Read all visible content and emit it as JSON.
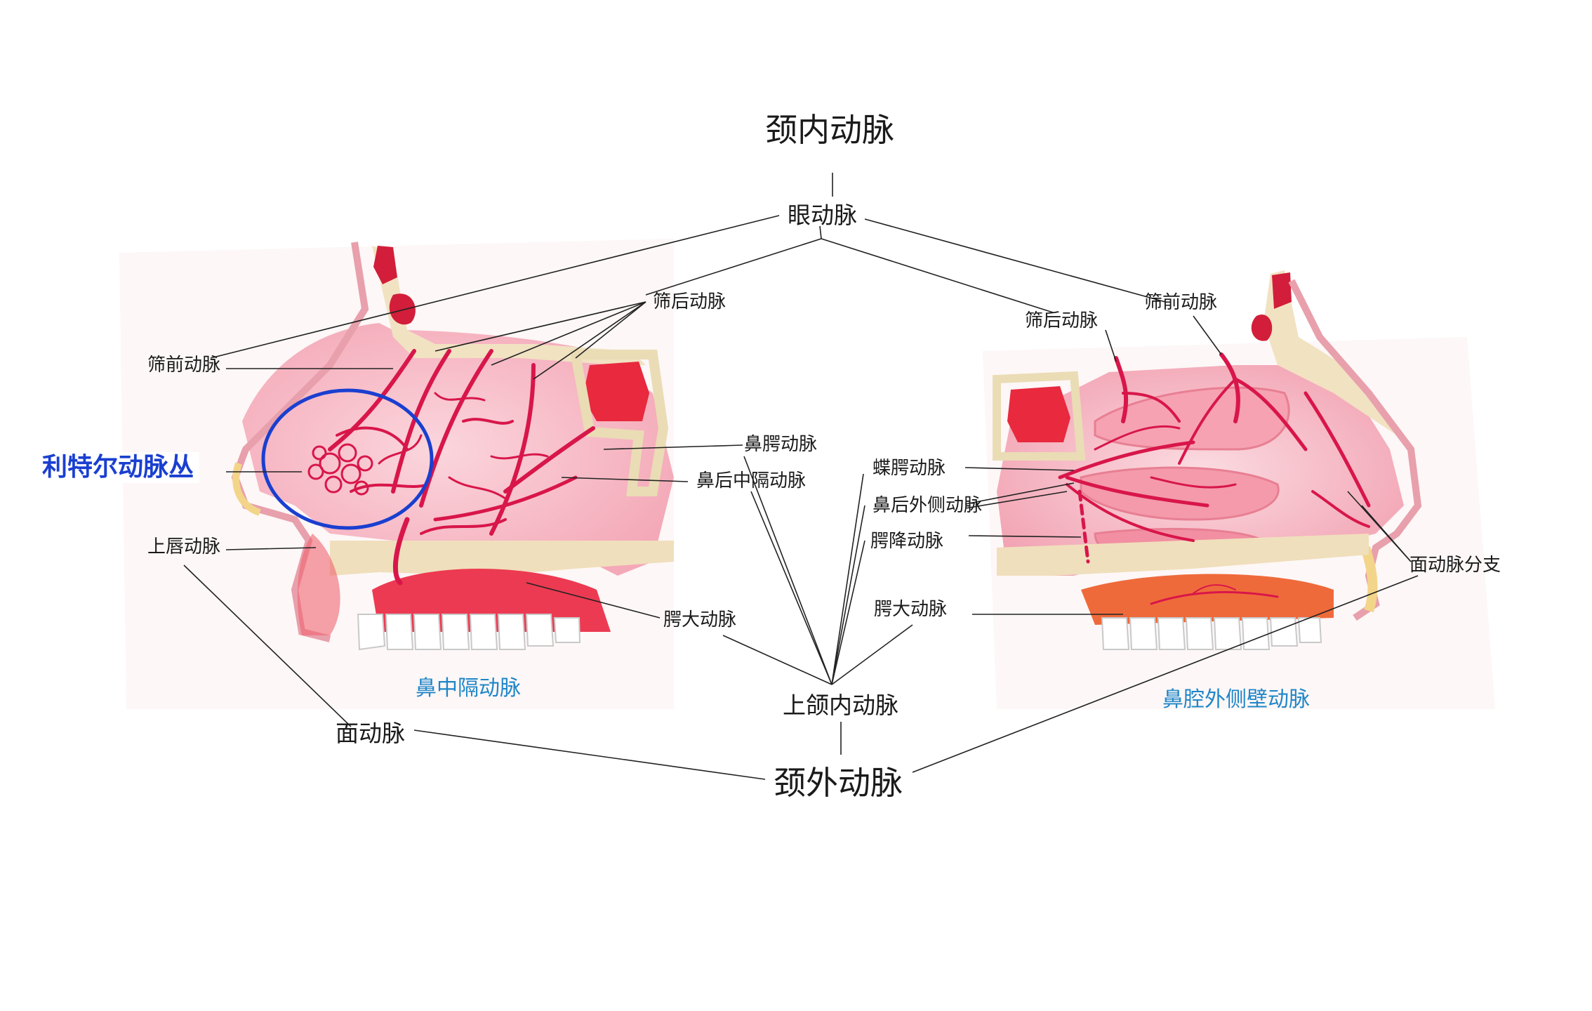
{
  "labels": {
    "internal_carotid": "颈内动脉",
    "ophthalmic": "眼动脉",
    "post_ethmoidal_left": "筛后动脉",
    "ant_ethmoidal_left": "筛前动脉",
    "little_plexus": "利特尔动脉丛",
    "upper_lip": "上唇动脉",
    "nasopalatine": "鼻腭动脉",
    "post_septal": "鼻后中隔动脉",
    "greater_palatine_left": "腭大动脉",
    "septal_caption": "鼻中隔动脉",
    "facial": "面动脉",
    "maxillary": "上颌内动脉",
    "external_carotid": "颈外动脉",
    "post_ethmoidal_right": "筛后动脉",
    "ant_ethmoidal_right": "筛前动脉",
    "sphenopalatine": "蝶腭动脉",
    "post_lateral_nasal": "鼻后外侧动脉",
    "descending_palatine": "腭降动脉",
    "greater_palatine_right": "腭大动脉",
    "facial_branches": "面动脉分支",
    "lateral_caption": "鼻腔外侧壁动脉"
  },
  "colors": {
    "artery": "#d8164a",
    "tissue": "#f7b8c3",
    "tissue_light": "#fce3e8",
    "bone": "#f3e6c8",
    "gum": "#f0404f",
    "caption_blue": "#1f86c8",
    "highlight_blue": "#1a3fd0",
    "leader": "#222222"
  }
}
